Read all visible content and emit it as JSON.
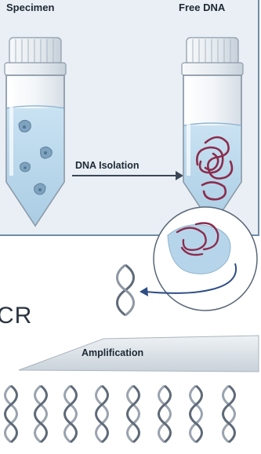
{
  "labels": {
    "specimen": "Specimen",
    "free_dna": "Free DNA",
    "isolation": "DNA Isolation",
    "pcr": "CR",
    "amplification": "Amplification"
  },
  "colors": {
    "panel_bg": "#e8eef3",
    "panel_border": "#6f8ca8",
    "tube_liquid": "#b9d8ec",
    "cell": "#7a9fba",
    "dna_red": "#8b2c4c",
    "dna_strand": "#5f6a78",
    "ramp": "#d6dde4",
    "arrow_blue": "#2f4e86"
  },
  "icons": [
    "tube-icon",
    "cap-icon",
    "cell-icon",
    "arrow-icon",
    "magnifier-icon",
    "dna-helix-icon",
    "ramp-icon"
  ]
}
